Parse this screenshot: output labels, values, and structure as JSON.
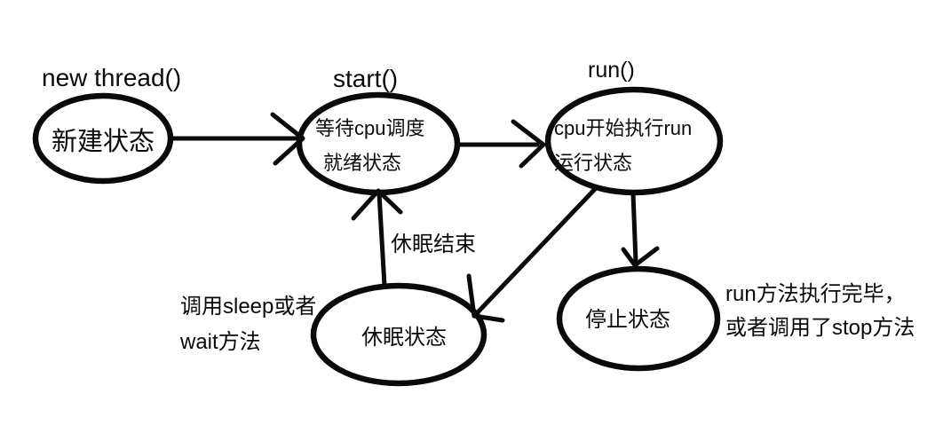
{
  "canvas": {
    "background_color": "#ffffff",
    "ink_color": "#0a0a0a"
  },
  "nodes": {
    "new": {
      "line1": "新建状态",
      "method": "new thread()"
    },
    "ready": {
      "line1": "等待cpu调度",
      "line2": "就绪状态",
      "method": "start()"
    },
    "running": {
      "line1": "cpu开始执行run",
      "line2": "运行状态",
      "method": "run()"
    },
    "sleeping": {
      "line1": "休眠状态"
    },
    "stopped": {
      "line1": "停止状态"
    }
  },
  "edge_labels": {
    "sleep_end": "休眠结束",
    "sleep_cause_line1": "调用sleep或者",
    "sleep_cause_line2": "wait方法",
    "stop_cause_line1": "run方法执行完毕，",
    "stop_cause_line2": "或者调用了stop方法"
  }
}
